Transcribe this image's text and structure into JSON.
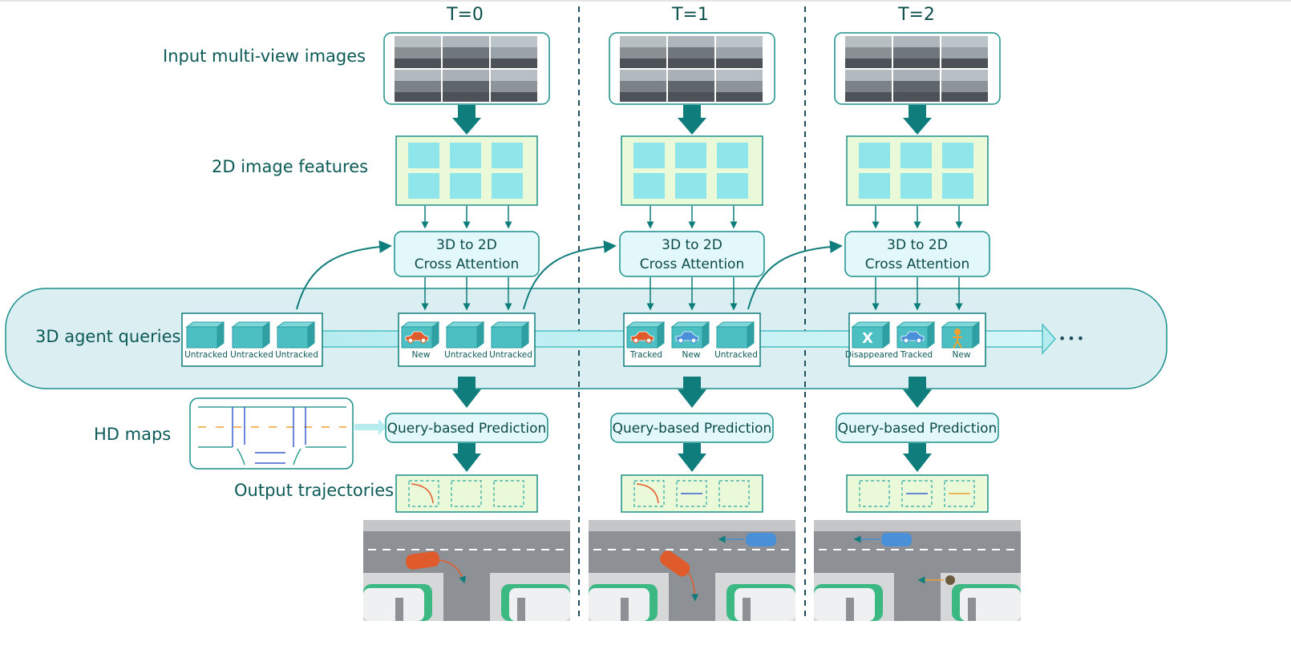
{
  "timesteps": [
    {
      "label": "T=0",
      "agents": [
        "Untracked",
        "Untracked",
        "Untracked"
      ],
      "queries": [
        "New",
        "Untracked",
        "Untracked"
      ]
    },
    {
      "label": "T=1",
      "queries": [
        "Tracked",
        "New",
        "Untracked"
      ]
    },
    {
      "label": "T=2",
      "queries": [
        "Disappeared",
        "Tracked",
        "New"
      ]
    }
  ],
  "rows": {
    "input_images": "Input multi-view images",
    "image_features": "2D image features",
    "agent_queries": "3D agent queries",
    "hd_maps": "HD maps",
    "output_trajectories": "Output trajectories"
  },
  "blocks": {
    "cross_attention_line1": "3D to 2D",
    "cross_attention_line2": "Cross Attention",
    "prediction": "Query-based Prediction",
    "disappeared_mark": "X",
    "ellipsis": "•••"
  },
  "colors": {
    "teal_dark": "#0e7d7b",
    "teal_border": "#1a8f8c",
    "query_cube": "#4bbfc2",
    "feature_cell": "#8ee6ea",
    "feature_bg": "#eafad8",
    "agent_band": "#dbeef1",
    "car_red": "#e05b2b",
    "car_blue": "#4a90d9",
    "pedestrian_orange": "#f0a030"
  }
}
